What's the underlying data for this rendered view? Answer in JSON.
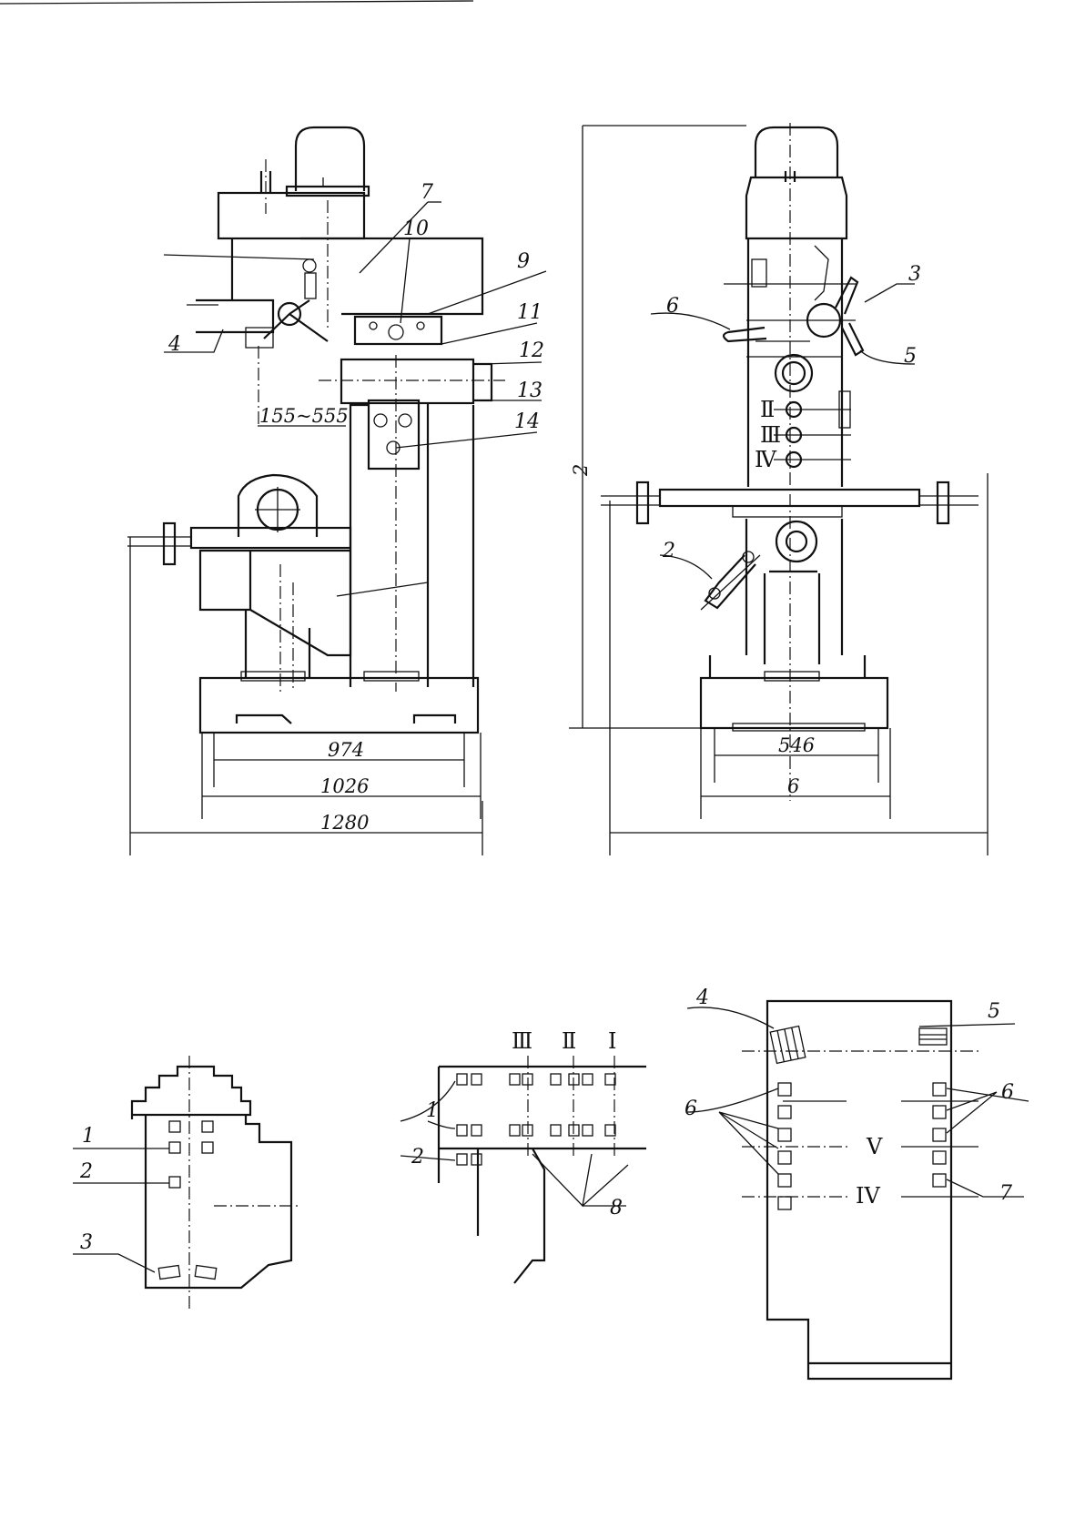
{
  "drawing": {
    "front_view": {
      "callouts": [
        "7",
        "10",
        "9",
        "4",
        "11",
        "12",
        "13",
        "14"
      ],
      "travel_dimension": "155~555",
      "dimensions": [
        "974",
        "1026",
        "1280"
      ]
    },
    "side_view": {
      "callouts": [
        "6",
        "3",
        "5",
        "2"
      ],
      "gear_positions": [
        "Ⅱ",
        "Ⅲ",
        "Ⅳ"
      ],
      "height_dimension": "2",
      "dimensions": [
        "546",
        "6"
      ]
    },
    "detail_left": {
      "callouts": [
        "1",
        "2",
        "3"
      ]
    },
    "detail_middle": {
      "columns": [
        "Ⅲ",
        "Ⅱ",
        "Ⅰ"
      ],
      "callouts": [
        "1",
        "2",
        "8"
      ]
    },
    "detail_right": {
      "callouts": [
        "4",
        "5",
        "6",
        "6",
        "7"
      ],
      "positions": [
        "V",
        "IV"
      ]
    }
  }
}
